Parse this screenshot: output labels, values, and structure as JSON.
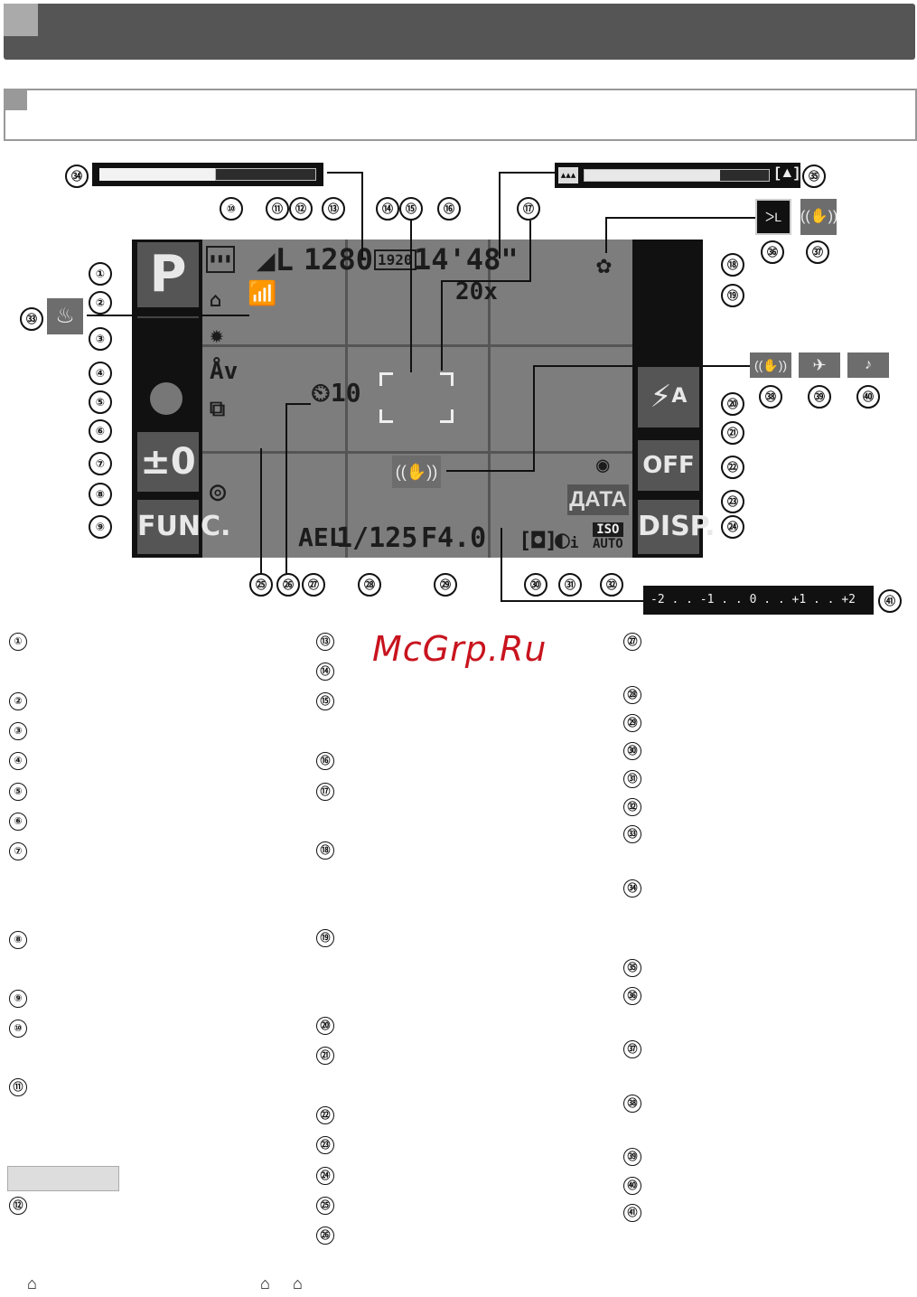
{
  "screen": {
    "mode": "P",
    "exposure_comp": "±0",
    "func_button": "FUNC.",
    "disp_button": "DISP.",
    "recordable_images": "1280",
    "video_quality": "1920",
    "remaining_time": "14'48\"",
    "zoom": "20x",
    "flash_label": "A",
    "flash_off": "OFF",
    "date_stamp": "ДАТА",
    "aeb_lock": "AEL",
    "shutter_speed": "1/125",
    "aperture": "F4.0",
    "iso_label": "ISO",
    "iso_value": "AUTO",
    "self_timer": "10",
    "image_size": "L",
    "i_contrast_label": "i"
  },
  "zoom_bar_fraction": 0.5,
  "focus_bar_fraction": 0.72,
  "ev_scale": "-2 . . -1 . . 0 . . +1 . . +2",
  "watermark": "McGrp.Ru",
  "callouts": [
    "①",
    "②",
    "③",
    "④",
    "⑤",
    "⑥",
    "⑦",
    "⑧",
    "⑨",
    "⑩",
    "⑪",
    "⑫",
    "⑬",
    "⑭",
    "⑮",
    "⑯",
    "⑰",
    "⑱",
    "⑲",
    "⑳",
    "㉑",
    "㉒",
    "㉓",
    "㉔",
    "㉕",
    "㉖",
    "㉗",
    "㉘",
    "㉙",
    "㉚",
    "㉛",
    "㉜",
    "㉝",
    "㉞",
    "㉟",
    "㊱",
    "㊲",
    "㊳",
    "㊴",
    "㊵",
    "㊶"
  ],
  "list_col1": [
    "①",
    "②",
    "③",
    "④",
    "⑤",
    "⑥",
    "⑦",
    "⑧",
    "⑨",
    "⑩",
    "⑪",
    "⑫"
  ],
  "list_col2": [
    "⑬",
    "⑭",
    "⑮",
    "⑯",
    "⑰",
    "⑱",
    "⑲",
    "⑳",
    "㉑",
    "㉒",
    "㉓",
    "㉔",
    "㉕",
    "㉖"
  ],
  "list_col3": [
    "㉗",
    "㉘",
    "㉙",
    "㉚",
    "㉛",
    "㉜",
    "㉝",
    "㉞",
    "㉟",
    "㊱",
    "㊲",
    "㊳",
    "㊴",
    "㊵",
    "㊶"
  ]
}
